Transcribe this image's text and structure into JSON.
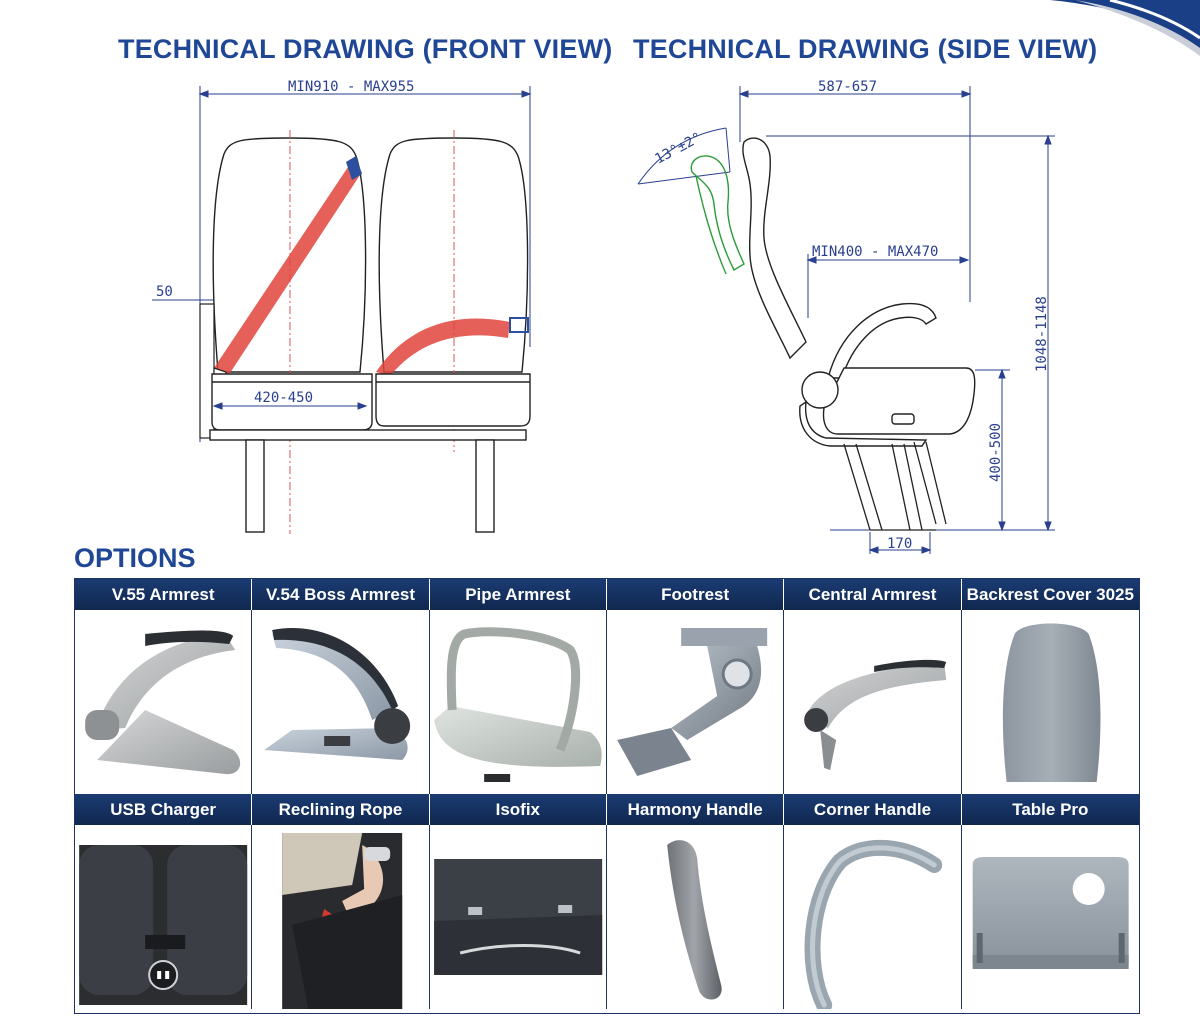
{
  "titles": {
    "front": "TECHNICAL DRAWING (FRONT VIEW)",
    "side": "TECHNICAL DRAWING (SIDE VIEW)",
    "options": "OPTIONS"
  },
  "front_dims": {
    "width": "MIN910 - MAX955",
    "armrest": "50",
    "seat": "420-450"
  },
  "side_dims": {
    "depth": "587-657",
    "angle": "13°±2°",
    "armrest_span": "MIN400 - MAX470",
    "height": "1048-1148",
    "seat_height": "400-500",
    "foot": "170"
  },
  "options_row1": [
    "V.55 Armrest",
    "V.54 Boss Armrest",
    "Pipe Armrest",
    "Footrest",
    "Central Armrest",
    "Backrest Cover 3025"
  ],
  "options_row2": [
    "USB Charger",
    "Reclining Rope",
    "Isofix",
    "Harmony Handle",
    "Corner Handle",
    "Table Pro"
  ],
  "colors": {
    "brand": "#1f4796",
    "header_bg": "#1b3b73",
    "belt": "#e0443c",
    "tilt": "#2c9c3a"
  }
}
